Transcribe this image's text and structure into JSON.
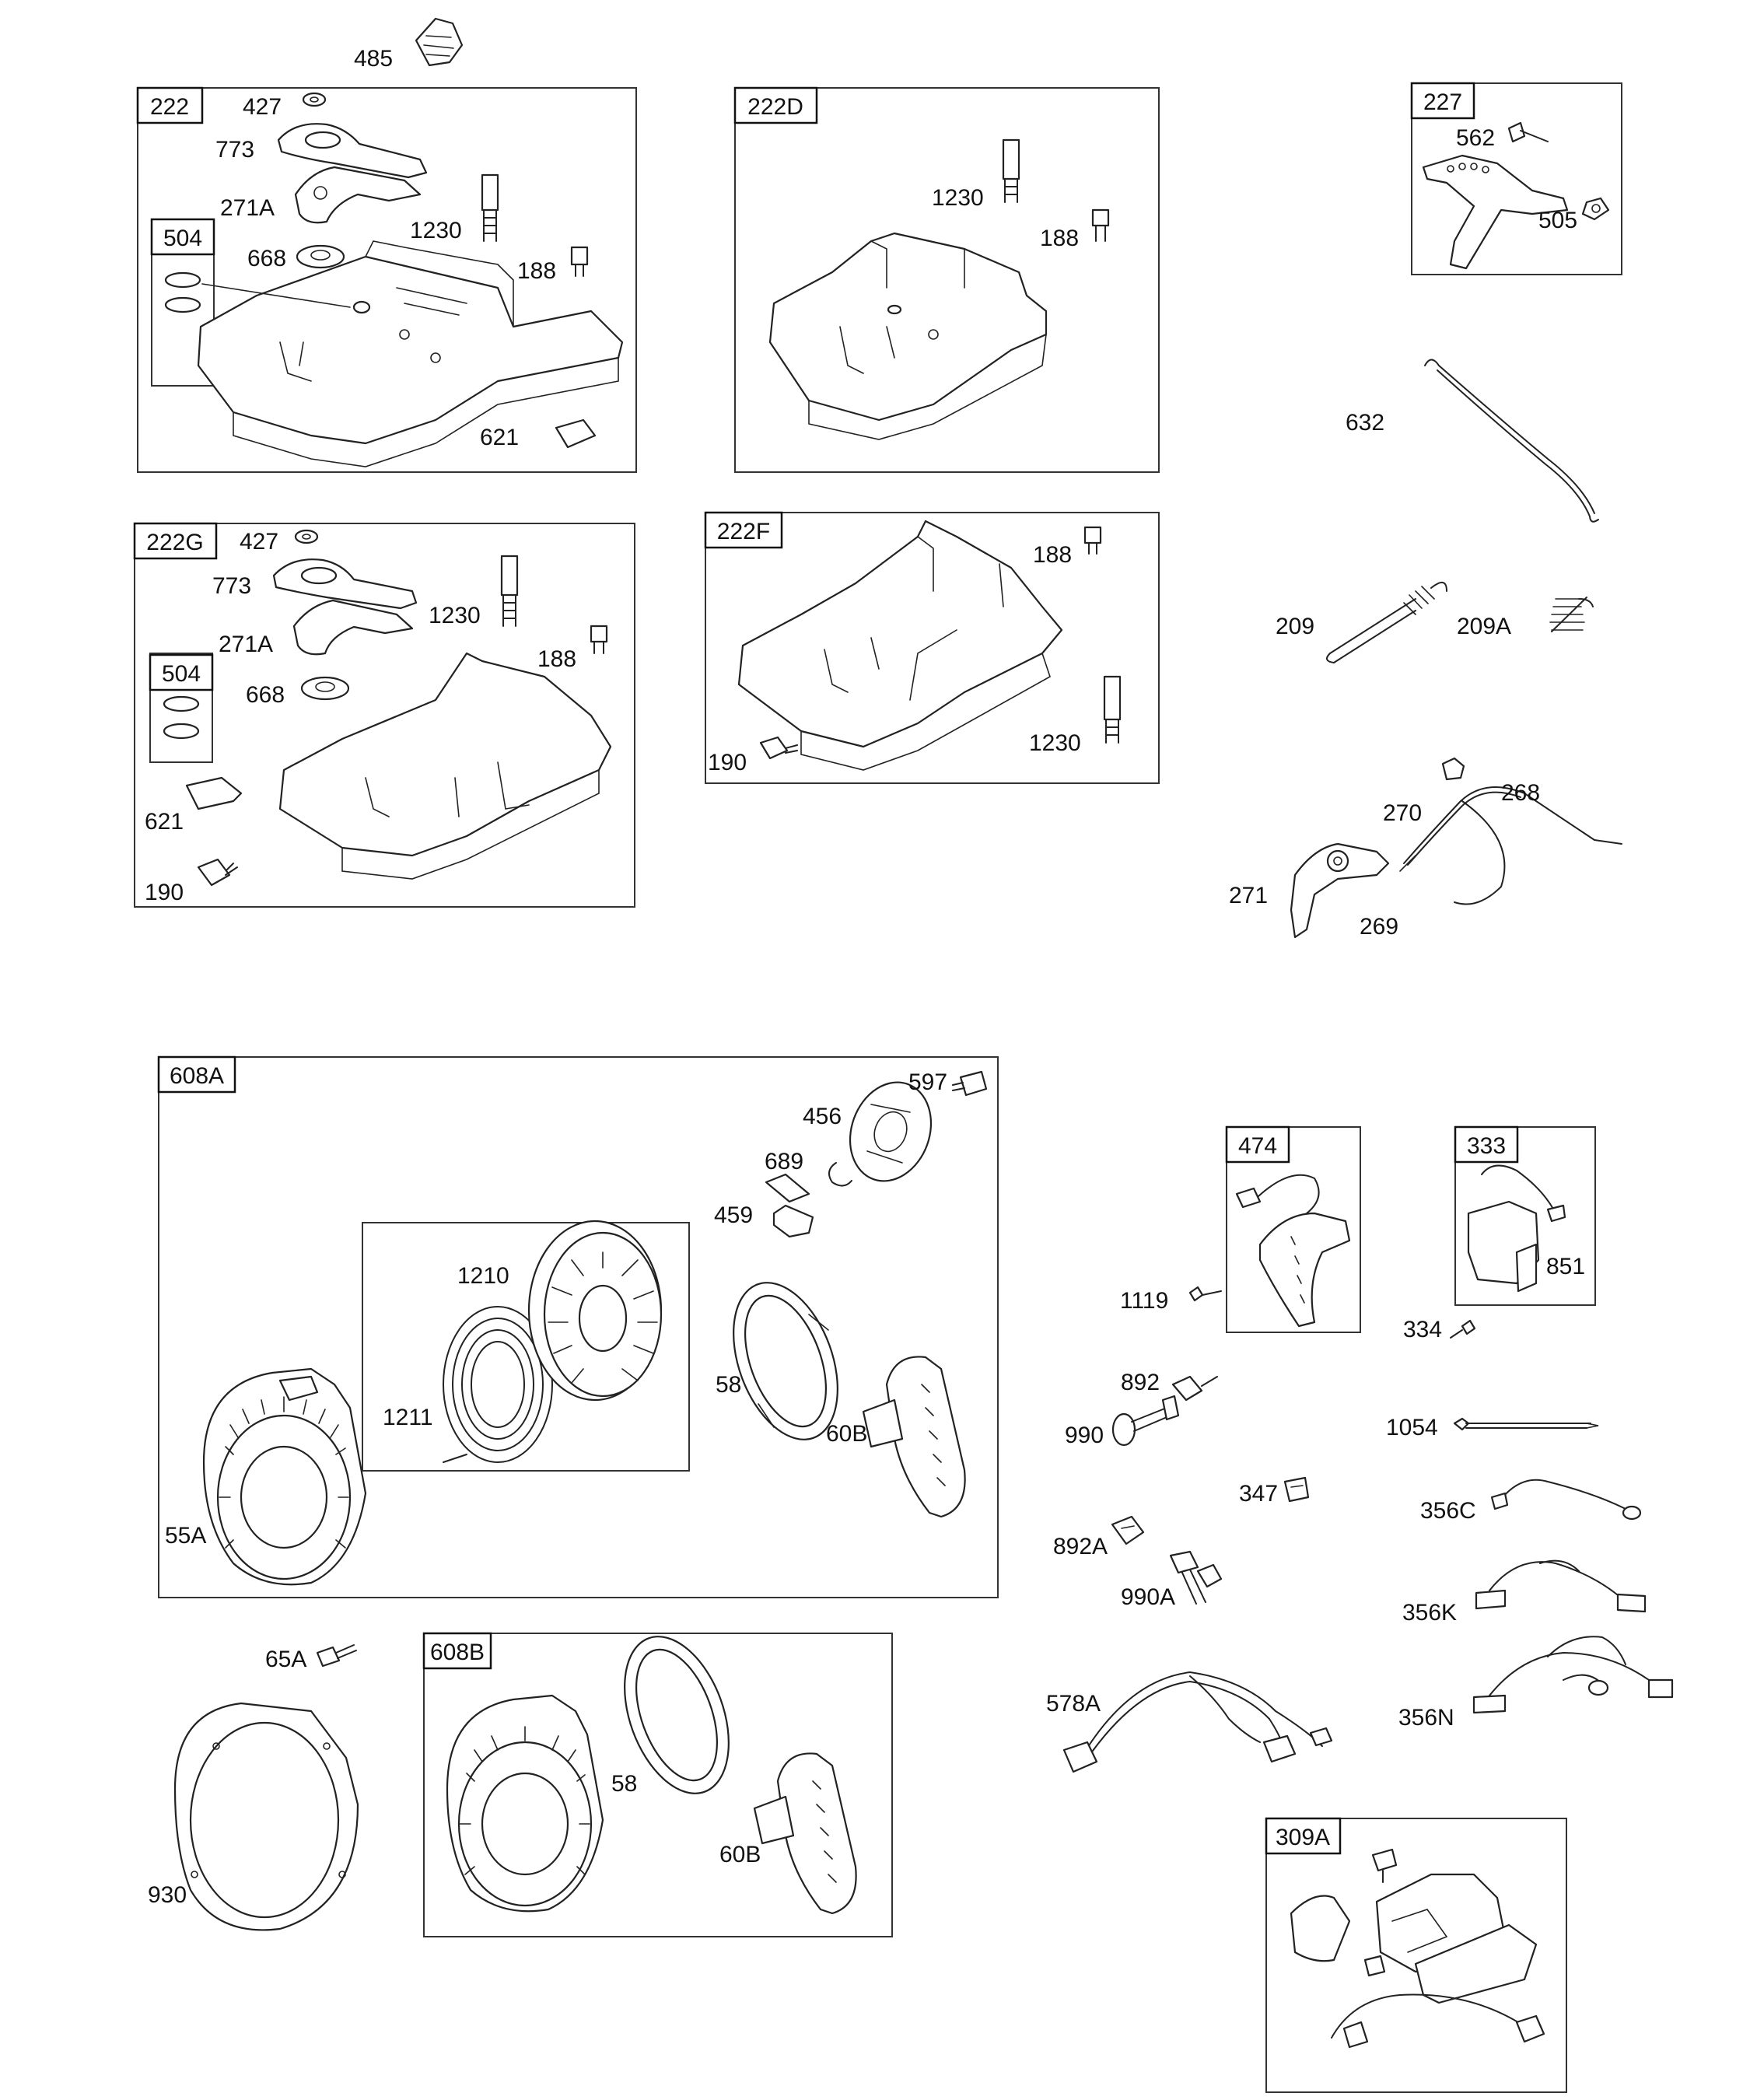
{
  "boxes": {
    "b222": "222",
    "b222d": "222D",
    "b227": "227",
    "b222g": "222G",
    "b222f": "222F",
    "b504a": "504",
    "b504b": "504",
    "b608a": "608A",
    "b608b": "608B",
    "b474": "474",
    "b333": "333",
    "b309a": "309A"
  },
  "labels": {
    "l485": "485",
    "l427a": "427",
    "l773a": "773",
    "l271aa": "271A",
    "l1230a": "1230",
    "l668a": "668",
    "l188a": "188",
    "l621a": "621",
    "l1230b": "1230",
    "l188b": "188",
    "l562": "562",
    "l505": "505",
    "l632": "632",
    "l427b": "427",
    "l773b": "773",
    "l271ab": "271A",
    "l1230c": "1230",
    "l188c": "188",
    "l668b": "668",
    "l621b": "621",
    "l190a": "190",
    "l188d": "188",
    "l190b": "190",
    "l1230d": "1230",
    "l209": "209",
    "l209a": "209A",
    "l270": "270",
    "l268": "268",
    "l271": "271",
    "l269": "269",
    "l597": "597",
    "l456": "456",
    "l689": "689",
    "l459": "459",
    "l1210": "1210",
    "l1211": "1211",
    "l58a": "58",
    "l60ba": "60B",
    "l55a": "55A",
    "l1119": "1119",
    "l334": "334",
    "l851": "851",
    "l892": "892",
    "l990": "990",
    "l1054": "1054",
    "l347": "347",
    "l356c": "356C",
    "l892a": "892A",
    "l990a": "990A",
    "l356k": "356K",
    "l65a": "65A",
    "l930": "930",
    "l58b": "58",
    "l60bb": "60B",
    "l578a": "578A",
    "l356n": "356N"
  }
}
